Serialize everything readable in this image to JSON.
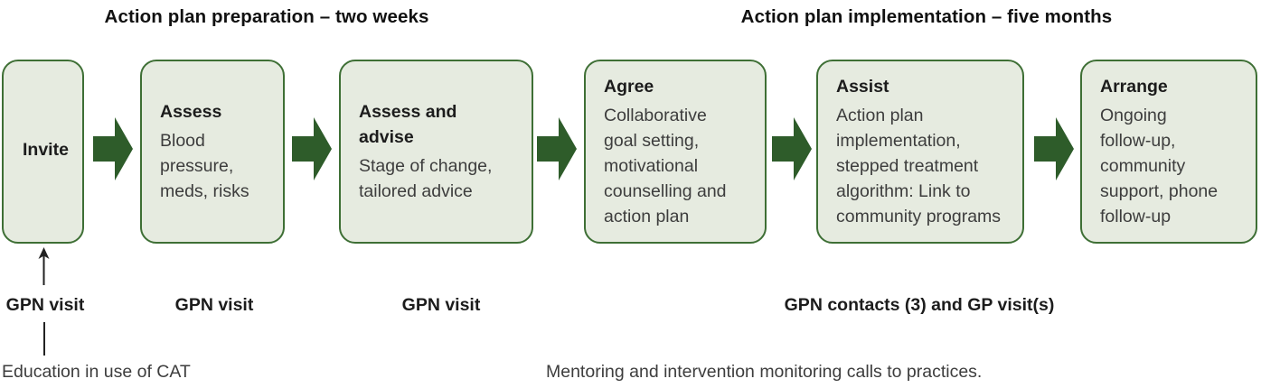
{
  "phases": {
    "preparation_title": "Action plan preparation – two weeks",
    "implementation_title": "Action plan implementation – five months"
  },
  "stages": [
    {
      "heading": "Invite"
    },
    {
      "heading": "Assess",
      "body": "Blood\npressure,\nmeds, risks"
    },
    {
      "heading": "Assess and advise",
      "body": "Stage of change,\ntailored advice"
    },
    {
      "heading": "Agree",
      "body": "Collaborative\ngoal setting,\nmotivational\ncounselling and\naction plan"
    },
    {
      "heading": "Assist",
      "body": "Action plan\nimplementation,\nstepped treatment\nalgorithm: Link to\ncommunity programs"
    },
    {
      "heading": "Arrange",
      "body": "Ongoing\nfollow-up,\ncommunity\nsupport, phone\nfollow-up"
    }
  ],
  "visit_row": {
    "labels": [
      "GPN visit",
      "GPN visit",
      "GPN visit",
      "GPN contacts (3) and GP visit(s)"
    ]
  },
  "captions": {
    "education": "Education in use of CAT",
    "mentoring": "Mentoring and intervention monitoring calls to practices."
  },
  "icons": {
    "flow_arrow": "right-block-arrow",
    "invite_pointer": "up-arrow"
  },
  "colors": {
    "box_fill": "#e6ebe0",
    "box_border": "#3e6f35",
    "arrow": "#2e5c2a",
    "title_text": "#111111",
    "heading_text": "#1c1c1c",
    "body_text": "#3d3d3d"
  }
}
